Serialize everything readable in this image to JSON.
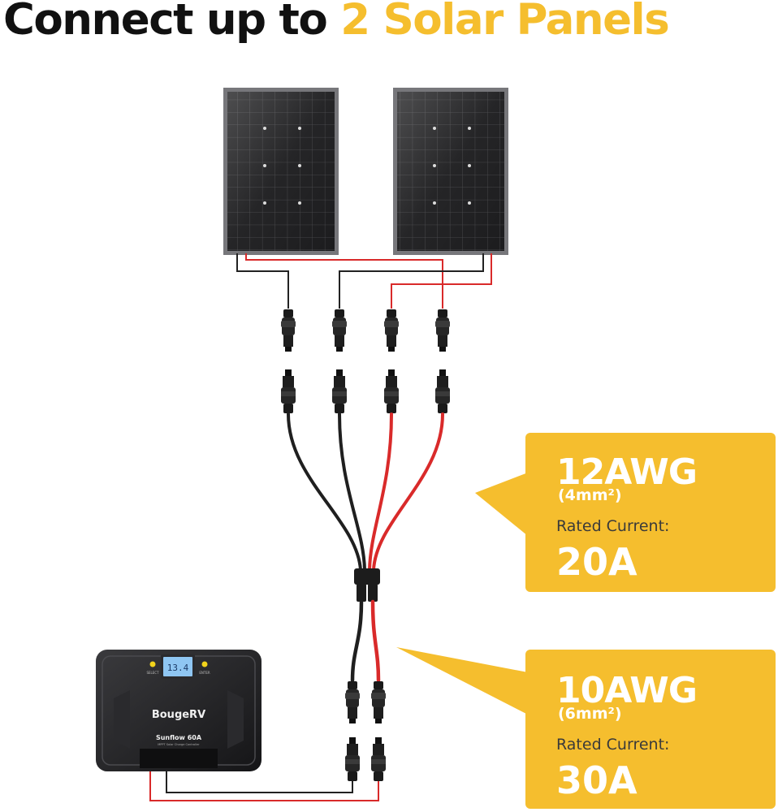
{
  "title": {
    "prefix": "Connect up to ",
    "highlight": "2 Solar Panels"
  },
  "colors": {
    "accent": "#f5be2e",
    "positive_wire": "#d92a2a",
    "negative_wire": "#1f1f1f",
    "label_text": "#3a3a3a"
  },
  "controller": {
    "brand": "BougeRV",
    "model": "Sunflow 60A",
    "subtitle": "MPPT Solar Charge Controller",
    "lcd": "13.4",
    "left_button": "SELECT",
    "right_button": "ENTER"
  },
  "callouts": [
    {
      "gauge": "12AWG",
      "size": "(4mm²)",
      "rated_label": "Rated Current:",
      "current": "20A"
    },
    {
      "gauge": "10AWG",
      "size": "(6mm²)",
      "rated_label": "Rated Current:",
      "current": "30A"
    }
  ]
}
